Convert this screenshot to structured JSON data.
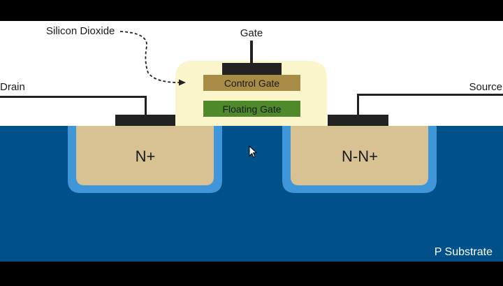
{
  "labels": {
    "silicon_dioxide": "Silicon Dioxide",
    "gate": "Gate",
    "drain": "Drain",
    "source": "Source",
    "control_gate": "Control Gate",
    "floating_gate": "Floating Gate",
    "left_well": "N+",
    "right_well": "N-N+",
    "substrate": "P Substrate"
  },
  "colors": {
    "letterbox": "#000000",
    "background": "#ffffff",
    "substrate": "#005189",
    "well_border": "#3f96d8",
    "well_fill": "#d8c192",
    "oxide": "#fbf5cc",
    "control_gate": "#a88b45",
    "floating_gate": "#4e8a2c",
    "terminal": "#222222",
    "text_dark": "#1a1a1a",
    "text_light": "#ffffff"
  },
  "pointer_icon": "mouse-cursor-icon",
  "arrow_icon": "dashed-arrow-icon"
}
